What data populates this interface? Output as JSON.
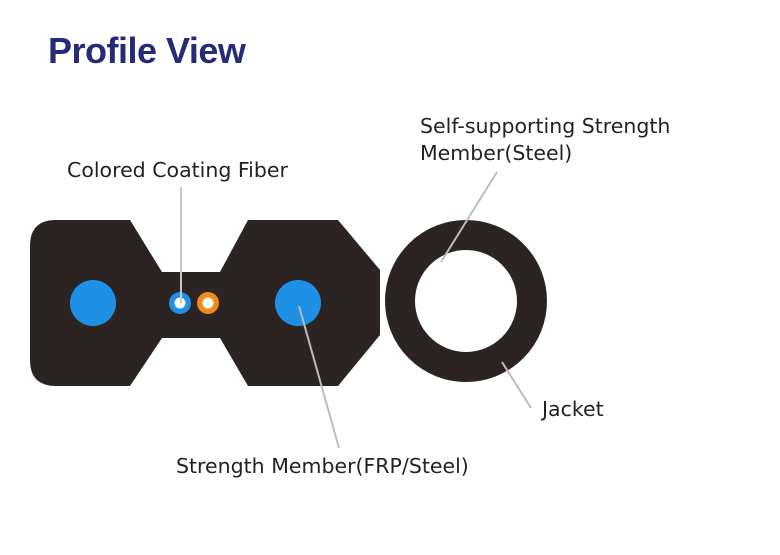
{
  "title": "Profile View",
  "labels": {
    "colored_coating_fiber": "Colored Coating Fiber",
    "self_supporting_line1": "Self-supporting Strength",
    "self_supporting_line2": "Member(Steel)",
    "jacket": "Jacket",
    "strength_member": "Strength Member(FRP/Steel)"
  },
  "colors": {
    "title": "#262b78",
    "jacket": "#2b2422",
    "strength_member": "#1e90e6",
    "fiber_blue": "#1e90e6",
    "fiber_orange": "#ef8a1c",
    "leader_line": "#bcbcbc"
  }
}
